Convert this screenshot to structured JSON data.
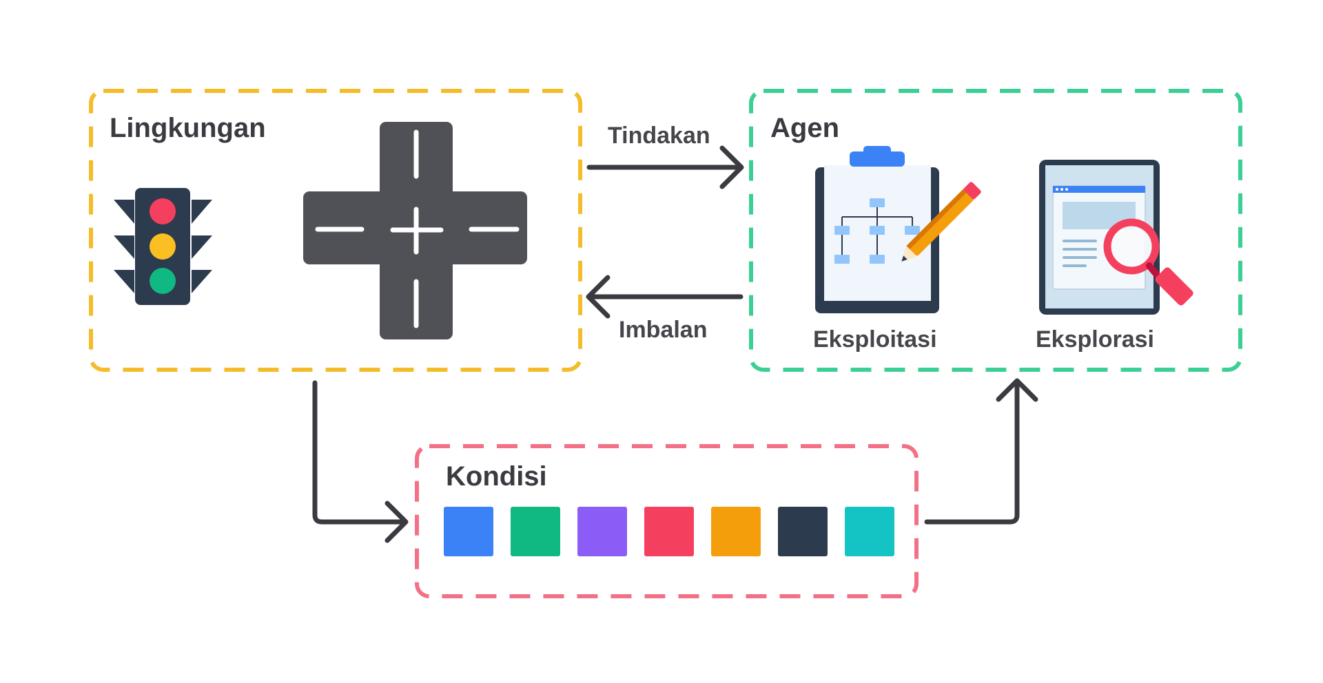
{
  "environment": {
    "title": "Lingkungan"
  },
  "agent": {
    "title": "Agen",
    "exploitation_label": "Eksploitasi",
    "exploration_label": "Eksplorasi"
  },
  "state": {
    "title": "Kondisi",
    "swatches": [
      "#3b82f6",
      "#10b981",
      "#8b5cf6",
      "#f43f5e",
      "#f59e0b",
      "#2d3b4e",
      "#14c4c4"
    ]
  },
  "edges": {
    "action_label": "Tindakan",
    "reward_label": "Imbalan"
  },
  "colors": {
    "environment_border": "#f5bc2a",
    "agent_border": "#3ccf94",
    "state_border": "#f27186",
    "arrow": "#3a3a40"
  },
  "traffic_light": {
    "lights": [
      "#f43f5e",
      "#fbbf24",
      "#10b981"
    ]
  },
  "icons": {
    "environment": [
      "traffic-light-icon",
      "road-intersection-icon"
    ],
    "agent": [
      "clipboard-flowchart-pencil-icon",
      "tablet-magnifier-icon"
    ]
  }
}
